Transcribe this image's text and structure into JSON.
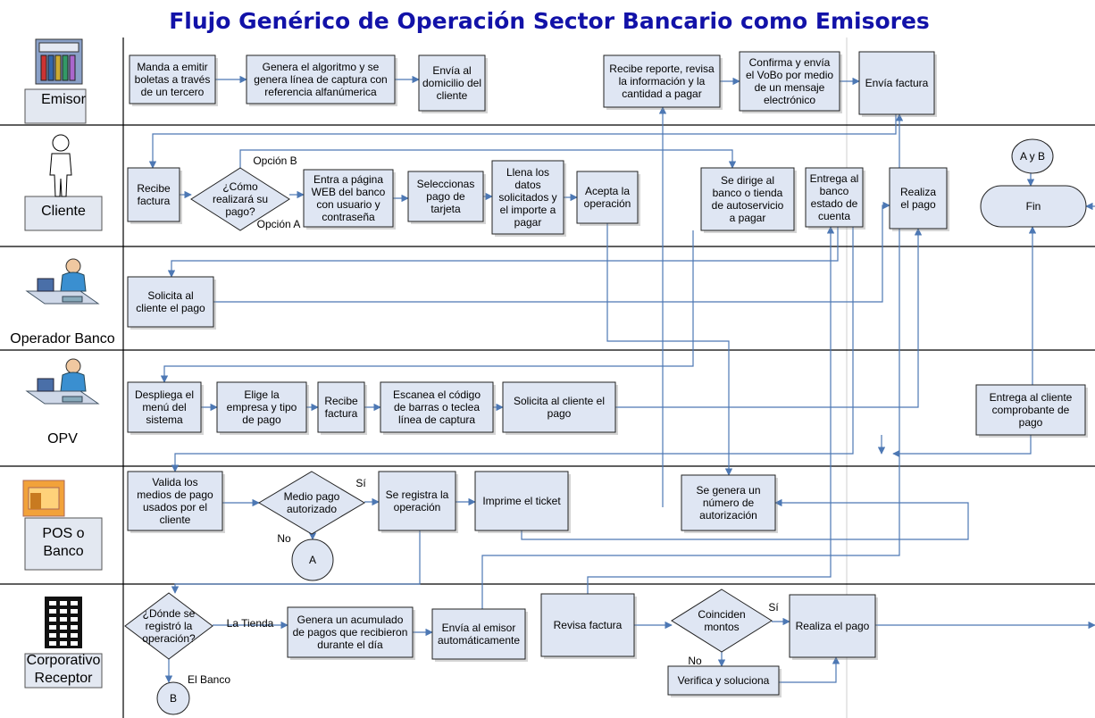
{
  "title": "Flujo Genérico de Operación Sector Bancario como Emisores",
  "lanes": [
    {
      "id": "emisor",
      "label": "Emisor"
    },
    {
      "id": "cliente",
      "label": "Cliente"
    },
    {
      "id": "operador",
      "label": "Operador Banco"
    },
    {
      "id": "opv",
      "label": "OPV"
    },
    {
      "id": "pos",
      "label": "POS o\nBanco"
    },
    {
      "id": "corp",
      "label": "Corporativo\nReceptor"
    }
  ],
  "icons": [
    {
      "lane": "emisor",
      "name": "building-books-icon"
    },
    {
      "lane": "cliente",
      "name": "person-icon"
    },
    {
      "lane": "operador",
      "name": "operator-desk-icon"
    },
    {
      "lane": "opv",
      "name": "operator-desk-icon"
    },
    {
      "lane": "pos",
      "name": "store-icon"
    },
    {
      "lane": "corp",
      "name": "office-building-icon"
    }
  ],
  "nodes": [
    {
      "id": "n1",
      "shape": "box",
      "text": "Manda a emitir\nboletas a través\nde un tercero"
    },
    {
      "id": "n2",
      "shape": "box",
      "text": "Genera el algoritmo y se\ngenera línea de captura con\nreferencia alfanúmerica"
    },
    {
      "id": "n3",
      "shape": "box",
      "text": "Envía al\ndomicilio del\ncliente"
    },
    {
      "id": "n4",
      "shape": "box",
      "text": "Recibe reporte, revisa\nla información y la\ncantidad a pagar"
    },
    {
      "id": "n5",
      "shape": "box",
      "text": "Confirma y envía\nel VoBo por medio\nde un mensaje\nelectrónico"
    },
    {
      "id": "n6",
      "shape": "box",
      "text": "Envía factura"
    },
    {
      "id": "c1",
      "shape": "box",
      "text": "Recibe\nfactura"
    },
    {
      "id": "d1",
      "shape": "diamond",
      "text": "¿Cómo\nrealizará su\npago?"
    },
    {
      "id": "c2",
      "shape": "box",
      "text": "Entra a página\nWEB del banco\ncon usuario y\ncontraseña"
    },
    {
      "id": "c3",
      "shape": "box",
      "text": "Seleccionas\npago de\ntarjeta"
    },
    {
      "id": "c4",
      "shape": "box",
      "text": "Llena los\ndatos\nsolicitados y\nel importe a\npagar"
    },
    {
      "id": "c5",
      "shape": "box",
      "text": "Acepta la\noperación"
    },
    {
      "id": "c6",
      "shape": "box",
      "text": "Se dirige al\nbanco o tienda\nde autoservicio\na pagar"
    },
    {
      "id": "c7",
      "shape": "box",
      "text": "Entrega al\nbanco\nestado de\ncuenta"
    },
    {
      "id": "c8",
      "shape": "box",
      "text": "Realiza\nel pago"
    },
    {
      "id": "cAB",
      "shape": "circle",
      "text": "A y B"
    },
    {
      "id": "fin",
      "shape": "terminal",
      "text": "Fin"
    },
    {
      "id": "o1",
      "shape": "box",
      "text": "Solicita al\ncliente el pago"
    },
    {
      "id": "p1",
      "shape": "box",
      "text": "Despliega el\nmenú del\nsistema"
    },
    {
      "id": "p2",
      "shape": "box",
      "text": "Elige la\nempresa y tipo\nde pago"
    },
    {
      "id": "p3",
      "shape": "box",
      "text": "Recibe\nfactura"
    },
    {
      "id": "p4",
      "shape": "box",
      "text": "Escanea el código\nde barras o teclea\nlínea de captura"
    },
    {
      "id": "p5",
      "shape": "box",
      "text": "Solicita al cliente el\npago"
    },
    {
      "id": "p6",
      "shape": "box",
      "text": "Entrega al cliente\ncomprobante de\npago"
    },
    {
      "id": "s1",
      "shape": "box",
      "text": "Valida los\nmedios de pago\nusados por el\ncliente"
    },
    {
      "id": "d2",
      "shape": "diamond",
      "text": "Medio pago\nautorizado"
    },
    {
      "id": "s2",
      "shape": "box",
      "text": "Se registra la\noperación"
    },
    {
      "id": "s3",
      "shape": "box",
      "text": "Imprime el ticket"
    },
    {
      "id": "s4",
      "shape": "box",
      "text": "Se genera un\nnúmero de\nautorización"
    },
    {
      "id": "cA",
      "shape": "circle",
      "text": "A"
    },
    {
      "id": "d3",
      "shape": "diamond",
      "text": "¿Dónde se\nregistró la\noperación?"
    },
    {
      "id": "r1",
      "shape": "box",
      "text": "Genera un acumulado\nde pagos que recibieron\ndurante el día"
    },
    {
      "id": "r2",
      "shape": "box",
      "text": "Envía al emisor\nautomáticamente"
    },
    {
      "id": "r3",
      "shape": "box",
      "text": "Revisa factura"
    },
    {
      "id": "d4",
      "shape": "diamond",
      "text": "Coinciden\nmontos"
    },
    {
      "id": "r4",
      "shape": "box",
      "text": "Realiza el pago"
    },
    {
      "id": "r5",
      "shape": "box",
      "text": "Verifica y soluciona"
    },
    {
      "id": "cB",
      "shape": "circle",
      "text": "B"
    }
  ],
  "edge_labels": [
    {
      "id": "e1",
      "text": "Opción B"
    },
    {
      "id": "e2",
      "text": "Opción A"
    },
    {
      "id": "e3",
      "text": "Sí"
    },
    {
      "id": "e4",
      "text": "No"
    },
    {
      "id": "e5",
      "text": "La Tienda"
    },
    {
      "id": "e6",
      "text": "El Banco"
    },
    {
      "id": "e7",
      "text": "Sí"
    },
    {
      "id": "e8",
      "text": "No"
    }
  ]
}
